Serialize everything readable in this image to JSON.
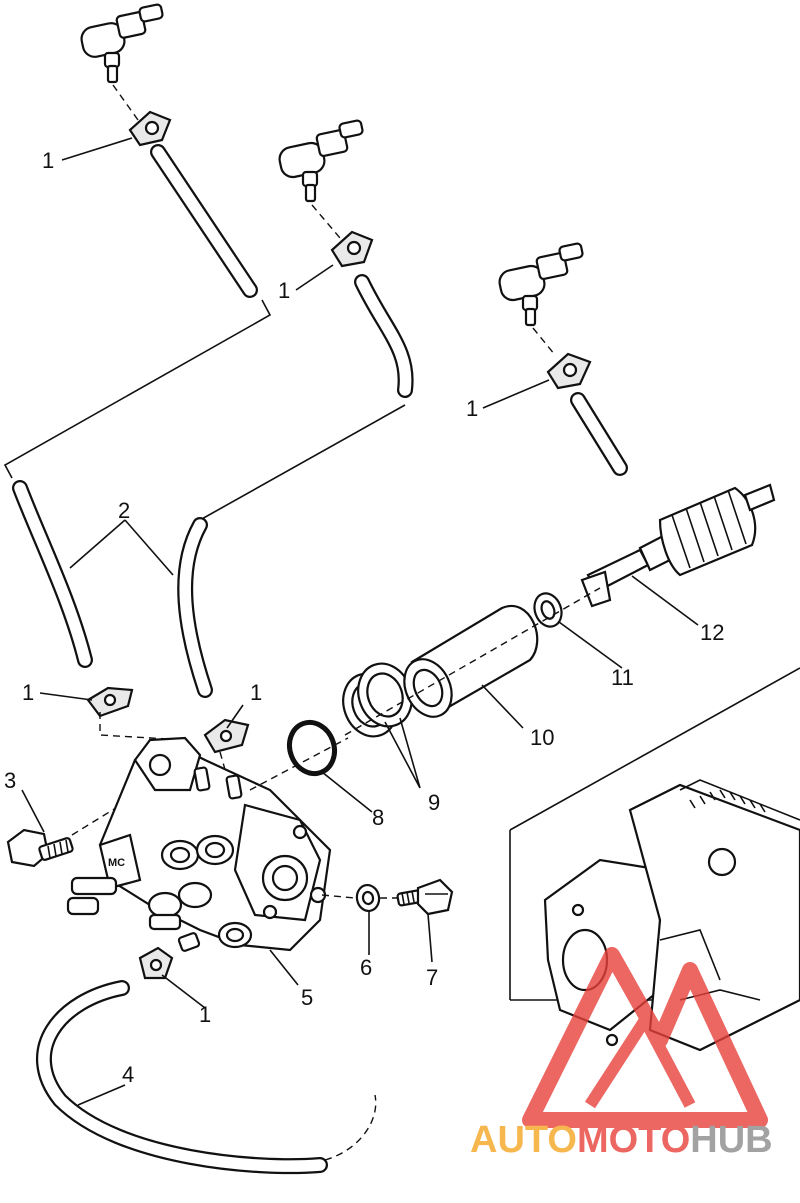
{
  "diagram": {
    "callouts": [
      {
        "key": "c1a",
        "text": "1"
      },
      {
        "key": "c1b",
        "text": "1"
      },
      {
        "key": "c1c",
        "text": "1"
      },
      {
        "key": "c1d",
        "text": "1"
      },
      {
        "key": "c1e",
        "text": "1"
      },
      {
        "key": "c1f",
        "text": "1"
      },
      {
        "key": "c2",
        "text": "2"
      },
      {
        "key": "c3",
        "text": "3"
      },
      {
        "key": "c4",
        "text": "4"
      },
      {
        "key": "c5",
        "text": "5"
      },
      {
        "key": "c6",
        "text": "6"
      },
      {
        "key": "c7",
        "text": "7"
      },
      {
        "key": "c8",
        "text": "8"
      },
      {
        "key": "c9",
        "text": "9"
      },
      {
        "key": "c10",
        "text": "10"
      },
      {
        "key": "c11",
        "text": "11"
      },
      {
        "key": "c12",
        "text": "12"
      }
    ]
  },
  "watermark": {
    "part1": "AUTO",
    "part2": "MOTO",
    "part3": "HUB",
    "color_orange": "#f5a623",
    "color_red": "#e8413b",
    "color_gray": "#8c8c8c",
    "logo_icon": "triangle-logo-icon"
  }
}
